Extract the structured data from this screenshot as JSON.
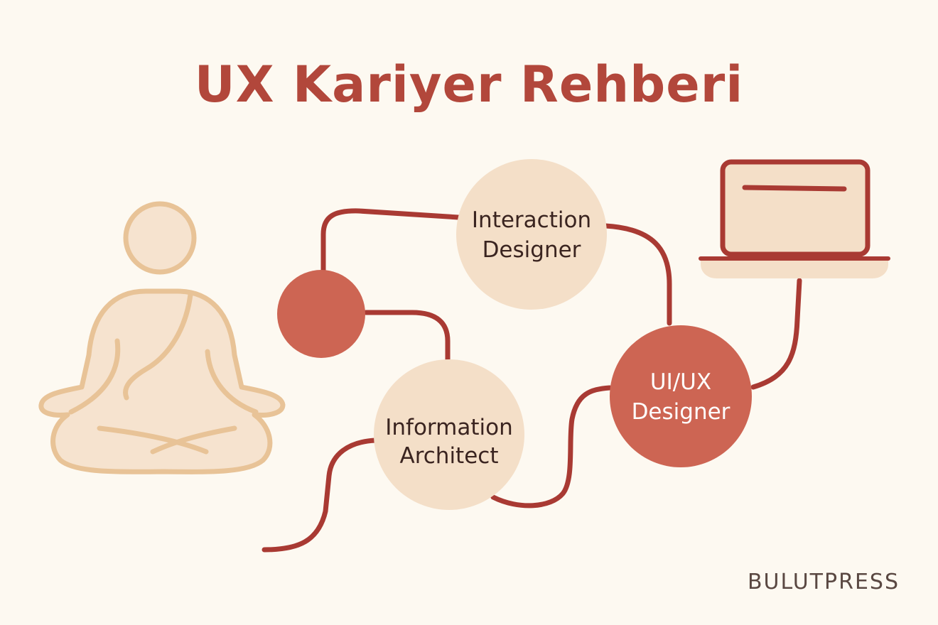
{
  "title": "UX Kariyer Rehberi",
  "brand": "BULUTPRESS",
  "nodes": {
    "interaction_designer": {
      "line1": "Interaction",
      "line2": "Designer"
    },
    "information_architect": {
      "line1": "Information",
      "line2": "Architect"
    },
    "uiux_designer": {
      "line1": "UI/UX",
      "line2": "Designer"
    }
  },
  "icons": {
    "person": "meditating-person-icon",
    "laptop": "laptop-icon"
  },
  "colors": {
    "background": "#fdf9f1",
    "title": "#b2473b",
    "path": "#a93a33",
    "accent_node": "#cd6553",
    "light_node": "#f4dfc8",
    "figure_fill": "#f6e3cf",
    "figure_stroke": "#e8c397",
    "label_dark": "#3a2420",
    "label_light": "#ffffff",
    "brand": "#5a4842"
  }
}
